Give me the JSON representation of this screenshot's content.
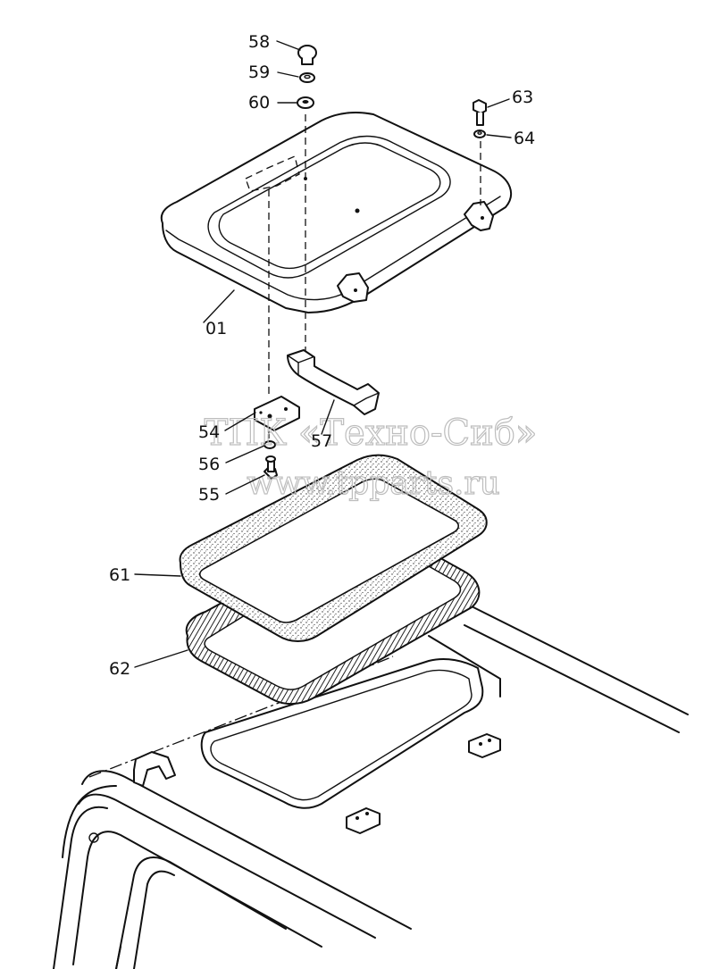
{
  "callouts": {
    "p58": "58",
    "p59": "59",
    "p60": "60",
    "p63": "63",
    "p64": "64",
    "p01": "01",
    "p54": "54",
    "p57": "57",
    "p56": "56",
    "p55": "55",
    "p61": "61",
    "p62": "62"
  },
  "watermark": {
    "line1": "ТПК «Техно-Сиб»",
    "line2": "www.tpparts.ru"
  }
}
